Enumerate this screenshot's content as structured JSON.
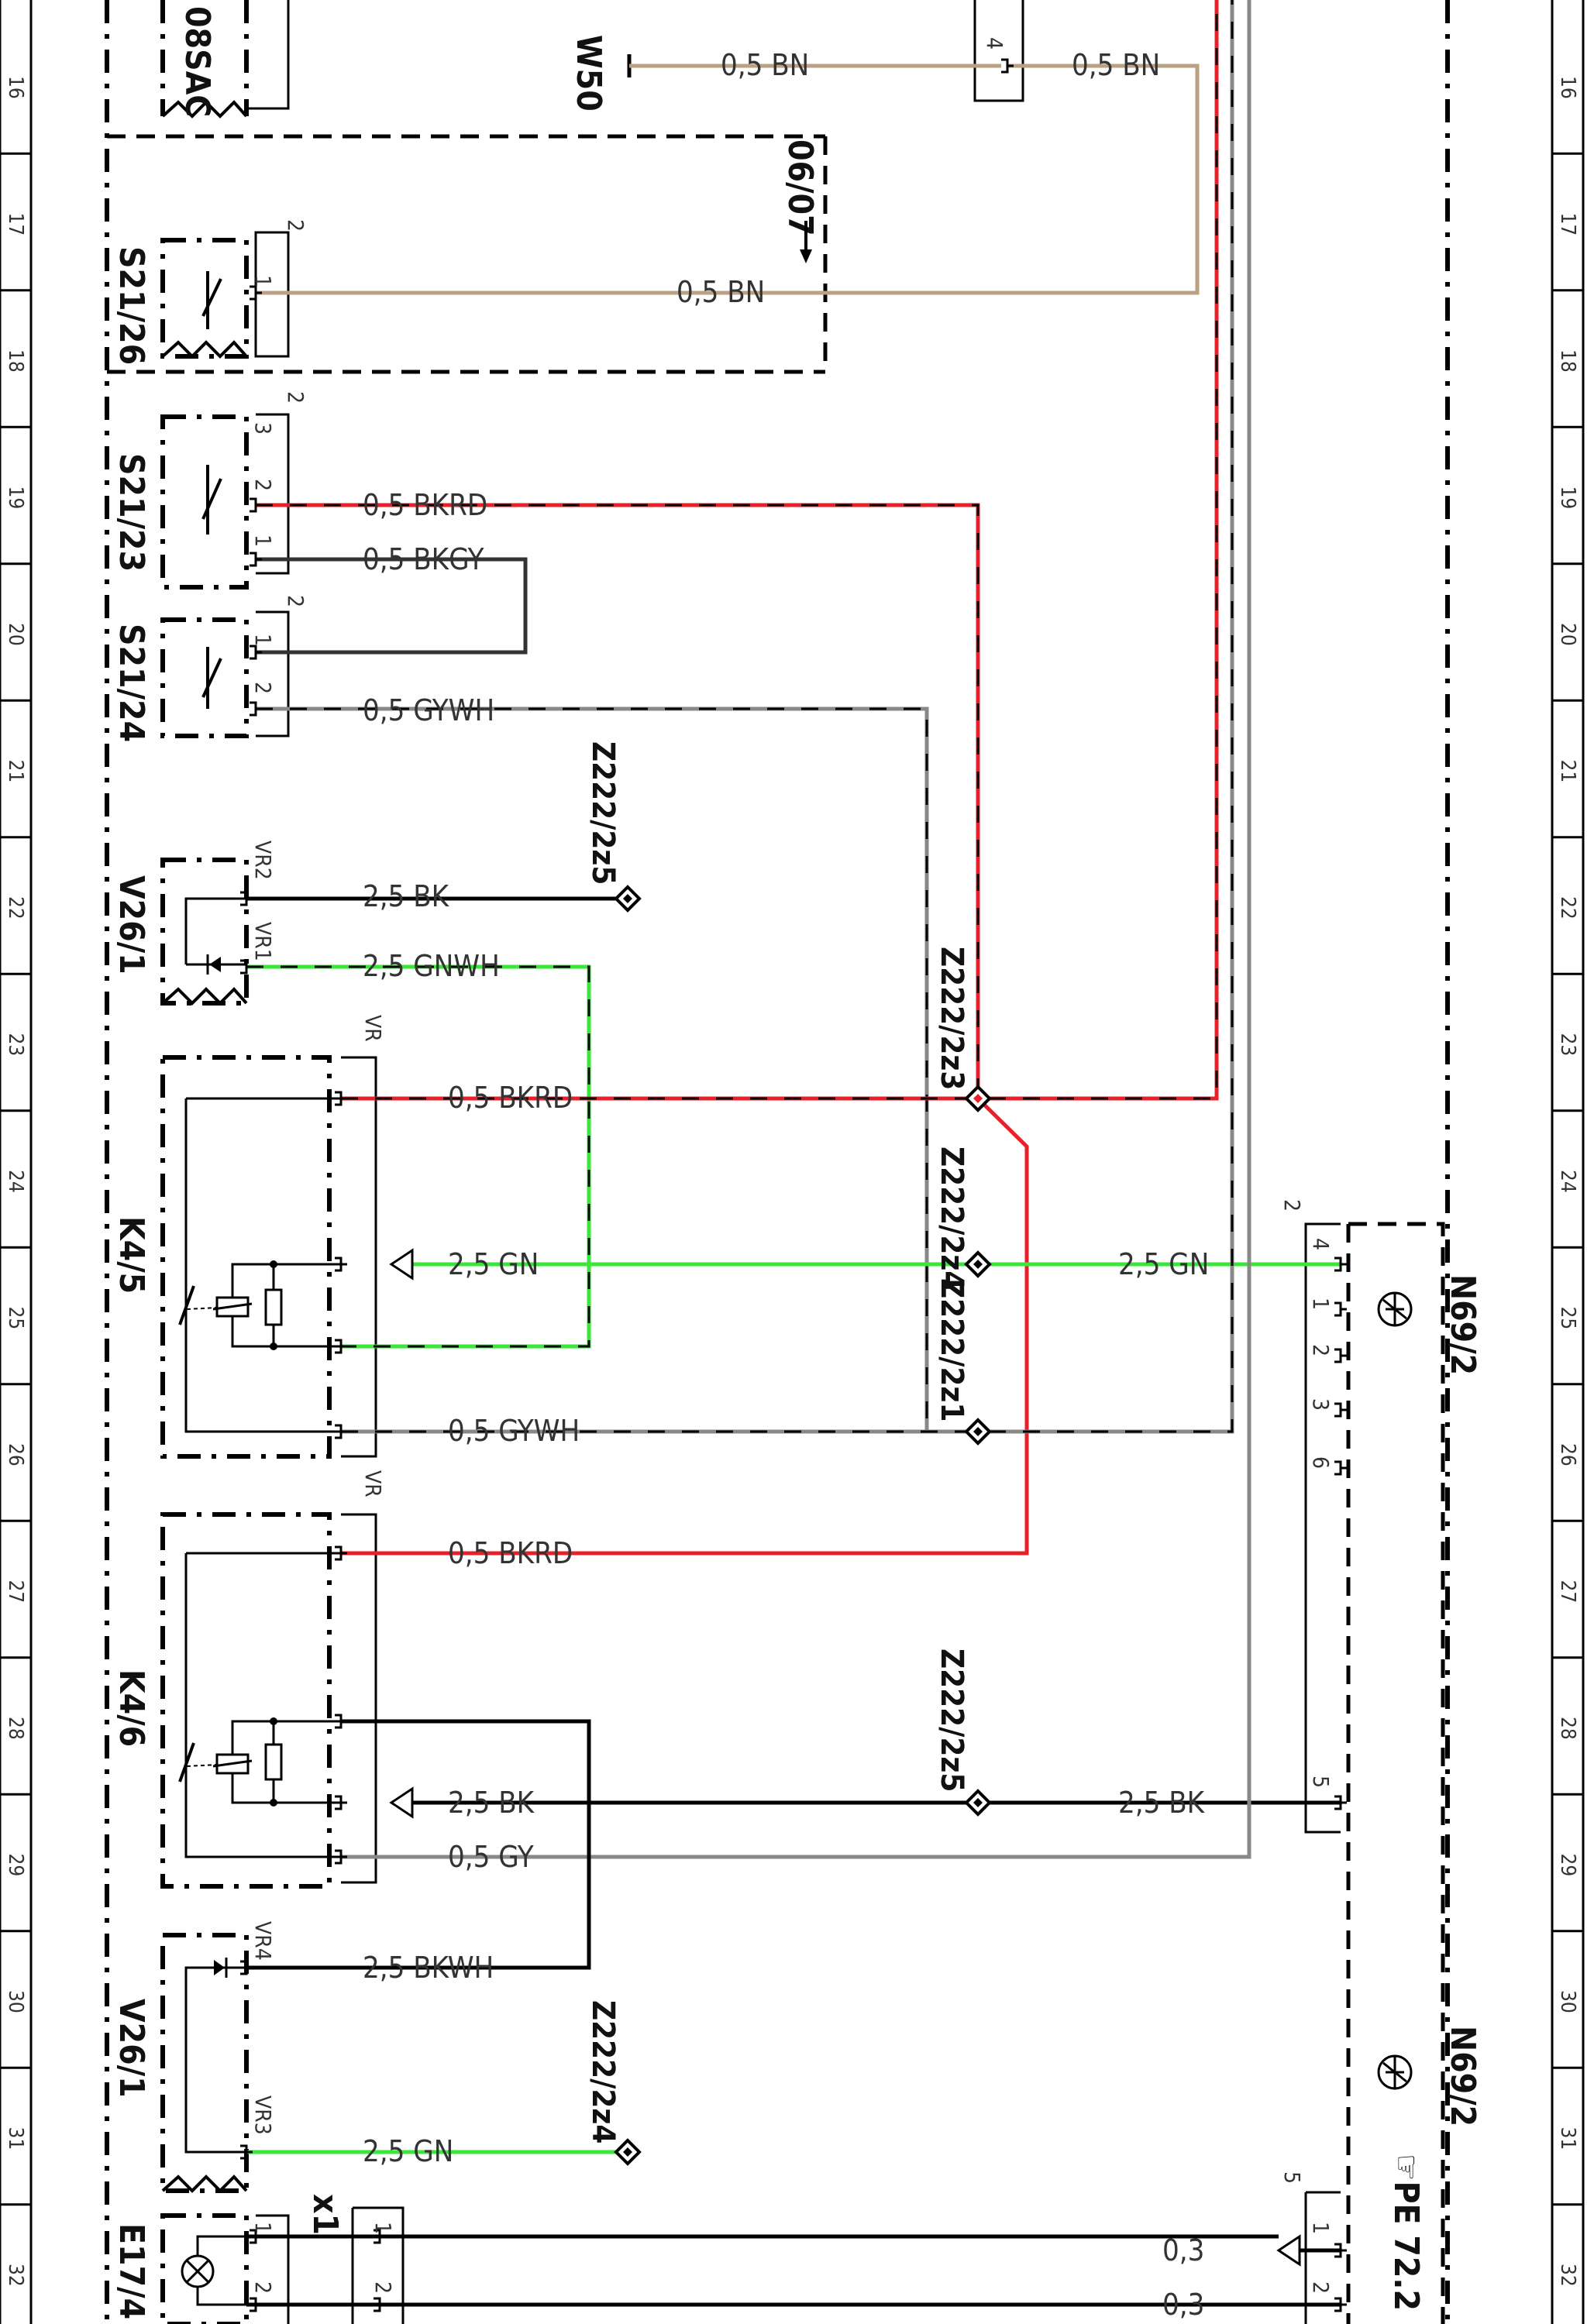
{
  "components": {
    "c08sac": "08SAC",
    "w50": "W50",
    "s2126": "S21/26",
    "s2123": "S21/23",
    "s2124": "S21/24",
    "v261a": "V26/1",
    "k45": "K4/5",
    "k46": "K4/6",
    "v261b": "V26/1",
    "e174": "E17/4",
    "x1": "x1",
    "n692a": "N69/2",
    "n692b": "N69/2",
    "pe": "☞PE 72.2"
  },
  "note": "06/07",
  "grid": [
    "16",
    "17",
    "18",
    "19",
    "20",
    "21",
    "22",
    "23",
    "24",
    "25",
    "26",
    "27",
    "28",
    "29",
    "30",
    "31",
    "32"
  ],
  "splices": {
    "z5a": "Z222/2z5",
    "z3": "Z222/2z3",
    "z4": "Z222/2z4",
    "z1": "Z222/2z1",
    "z5b": "Z222/2z5",
    "z4b": "Z222/2z4"
  },
  "wires": {
    "w1": "0,5 BN",
    "w2": "0,5 BN",
    "w3": "0,5 BN",
    "w4": "0,5 BKRD",
    "w5": "0,5 BKGY",
    "w6": "0,5 GYWH",
    "w7": "2,5 BK",
    "w8": "2,5 GNWH",
    "w9": "0,5 BKRD",
    "w10": "2,5 GN",
    "w11": "2,5 GN",
    "w12": "0,5 GYWH",
    "w13": "0,5 BKRD",
    "w14": "2,5 BK",
    "w15": "2,5 BK",
    "w16": "0,5 GY",
    "w17": "2,5 BKWH",
    "w18": "2,5 GN",
    "w19": "0,3",
    "w20": "0,3"
  },
  "pins": {
    "w50p": "4",
    "s2126a": "2",
    "s2126b": "1",
    "s2123a": "2",
    "s2123b": "3",
    "s2123c": "2",
    "s2123d": "1",
    "s2124a": "2",
    "s2124b": "1",
    "s2124c": "2",
    "vr2": "VR2",
    "vr1": "VR1",
    "k45vr": "VR",
    "k46vr": "VR",
    "vr4": "VR4",
    "vr3": "VR3",
    "n2": "2",
    "n4": "4",
    "n1": "1",
    "n2b": "2",
    "n3": "3",
    "n6": "6",
    "n5": "5",
    "nb5": "5",
    "nb1": "1",
    "nb2": "2",
    "e1": "1",
    "e2": "2",
    "x11": "1",
    "x12": "2"
  },
  "colors": {
    "brown": "#bba184",
    "red": "#e8202a",
    "green": "#39e639",
    "gray": "#888888",
    "black": "#000000"
  }
}
